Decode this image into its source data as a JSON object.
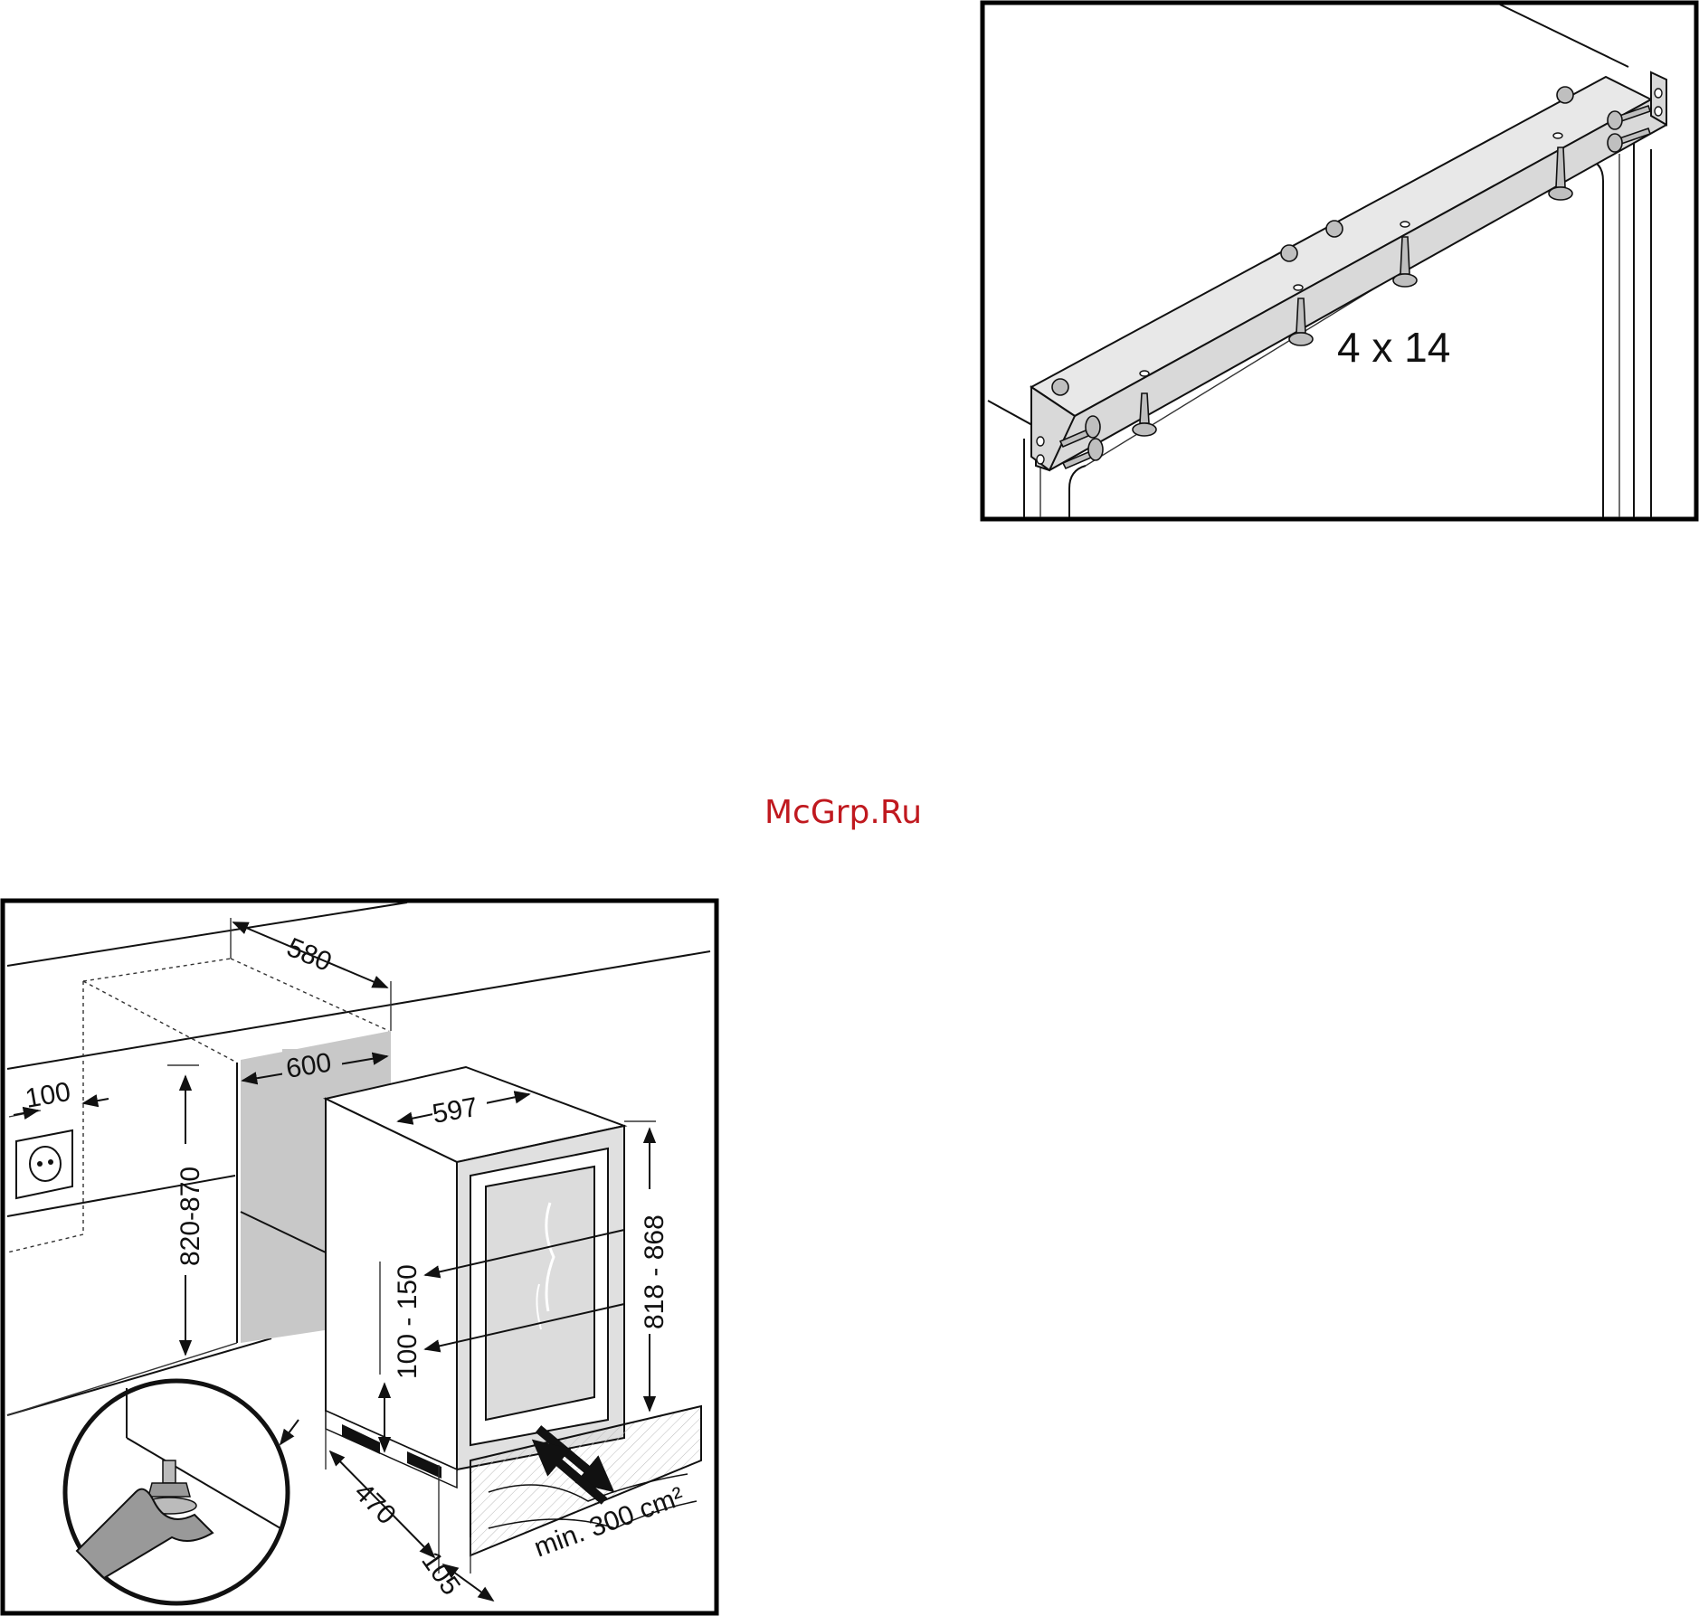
{
  "watermark": "McGrp.Ru",
  "bracket_panel": {
    "screw_label": "4 x 14"
  },
  "install_panel": {
    "dim_depth": "580",
    "dim_niche_width": "600",
    "dim_socket_offset": "100",
    "dim_niche_height": "820-870",
    "dim_appliance_width": "597",
    "dim_appliance_height": "818 - 868",
    "dim_plinth_height": "100 - 150",
    "dim_plinth_depth": "470",
    "dim_plinth_offset": "105",
    "ventilation_label": "min. 300 cm²"
  }
}
